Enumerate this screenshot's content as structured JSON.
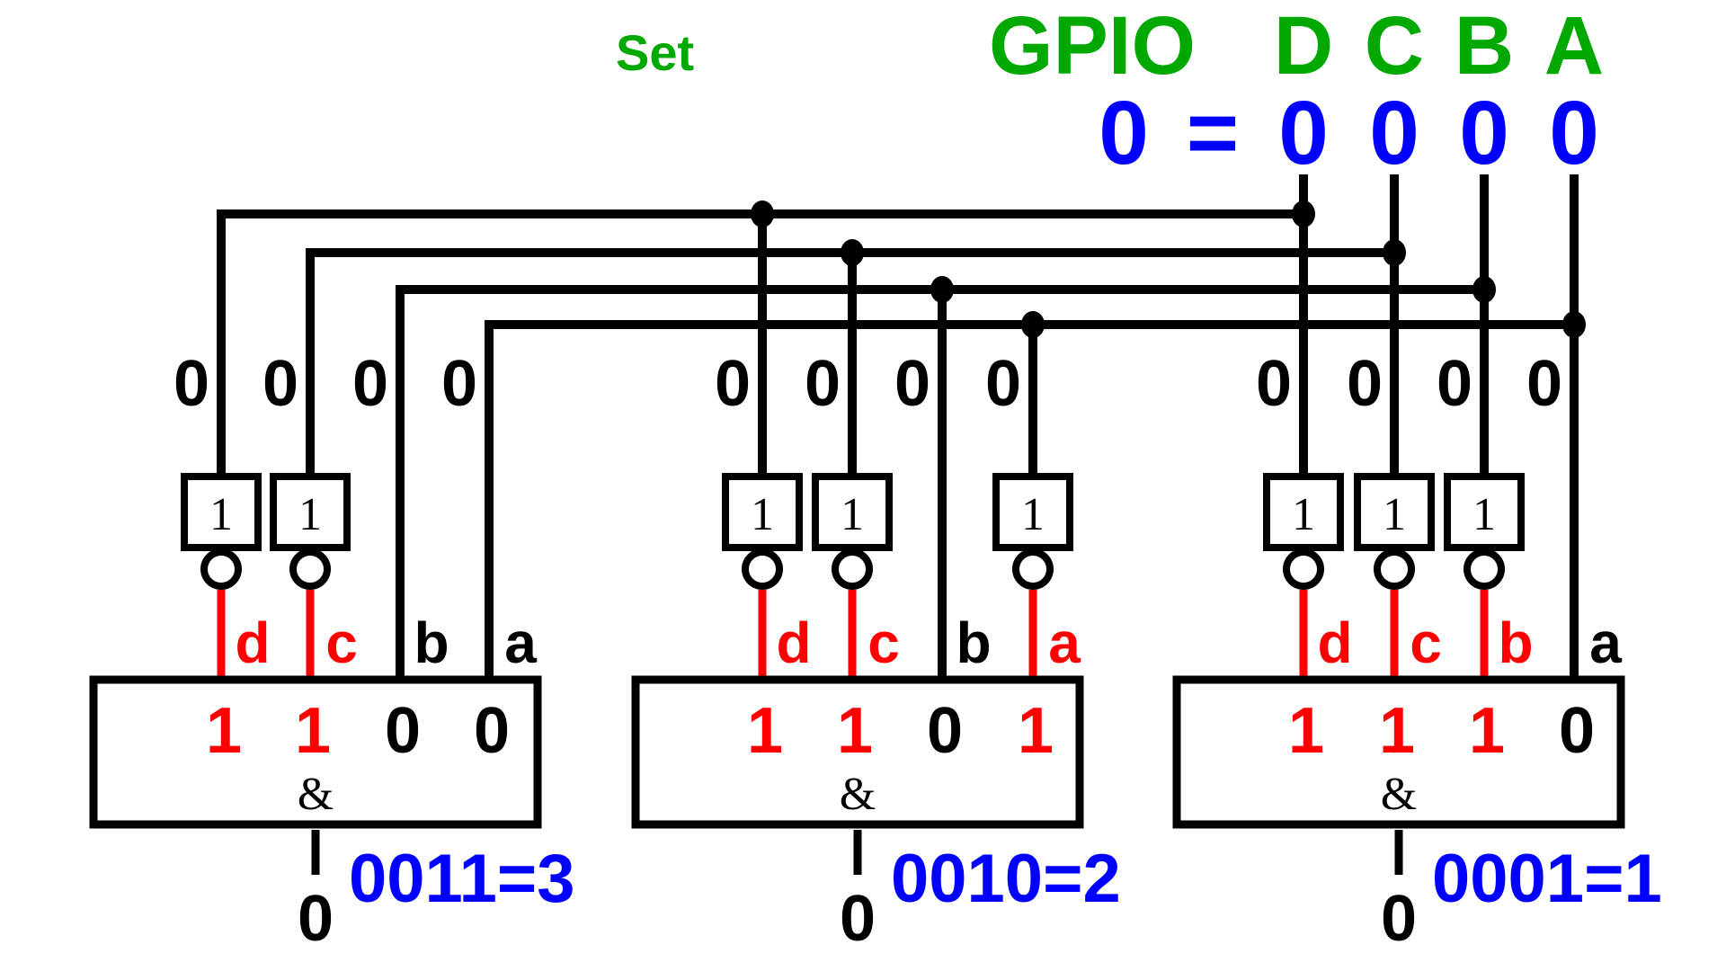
{
  "header": {
    "set_label": "Set",
    "gpio_label": "GPIO",
    "pin_labels": [
      "D",
      "C",
      "B",
      "A"
    ],
    "value_decimal": "0",
    "equals": "=",
    "pin_values": [
      "0",
      "0",
      "0",
      "0"
    ]
  },
  "colors": {
    "header_green": "#00a800",
    "value_blue": "#0000ff",
    "active_red": "#ff0000",
    "wire_black": "#000000"
  },
  "gates": [
    {
      "id": "gate-3",
      "inputs": [
        {
          "letter": "d",
          "source": "D",
          "bus_value": "0",
          "inverted": true,
          "gate_value": "1"
        },
        {
          "letter": "c",
          "source": "C",
          "bus_value": "0",
          "inverted": true,
          "gate_value": "1"
        },
        {
          "letter": "b",
          "source": "B",
          "bus_value": "0",
          "inverted": false,
          "gate_value": "0"
        },
        {
          "letter": "a",
          "source": "A",
          "bus_value": "0",
          "inverted": false,
          "gate_value": "0"
        }
      ],
      "not_label": "1",
      "and_label": "&",
      "output": "0",
      "address_label": "0011=3"
    },
    {
      "id": "gate-2",
      "inputs": [
        {
          "letter": "d",
          "source": "D",
          "bus_value": "0",
          "inverted": true,
          "gate_value": "1"
        },
        {
          "letter": "c",
          "source": "C",
          "bus_value": "0",
          "inverted": true,
          "gate_value": "1"
        },
        {
          "letter": "b",
          "source": "B",
          "bus_value": "0",
          "inverted": false,
          "gate_value": "0"
        },
        {
          "letter": "a",
          "source": "A",
          "bus_value": "0",
          "inverted": true,
          "gate_value": "1"
        }
      ],
      "not_label": "1",
      "and_label": "&",
      "output": "0",
      "address_label": "0010=2"
    },
    {
      "id": "gate-1",
      "inputs": [
        {
          "letter": "d",
          "source": "D",
          "bus_value": "0",
          "inverted": true,
          "gate_value": "1"
        },
        {
          "letter": "c",
          "source": "C",
          "bus_value": "0",
          "inverted": true,
          "gate_value": "1"
        },
        {
          "letter": "b",
          "source": "B",
          "bus_value": "0",
          "inverted": true,
          "gate_value": "1"
        },
        {
          "letter": "a",
          "source": "A",
          "bus_value": "0",
          "inverted": false,
          "gate_value": "0"
        }
      ],
      "not_label": "1",
      "and_label": "&",
      "output": "0",
      "address_label": "0001=1"
    }
  ]
}
